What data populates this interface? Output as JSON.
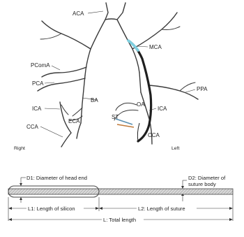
{
  "anatomy": {
    "labels": {
      "aca": "ACA",
      "mca": "MCA",
      "pcoma": "PComA",
      "pca": "PCA",
      "ppa": "PPA",
      "ba": "BA",
      "oa": "OA",
      "st": "ST",
      "ica_right": "ICA",
      "ica_left": "ICA",
      "eca": "ECA",
      "cca_right": "CCA",
      "cca_left": "CCA"
    },
    "side_right": "Right",
    "side_left": "Left"
  },
  "suture": {
    "d1": "D1: Diameter of head end",
    "d2_line1": "D2: Diameter of",
    "d2_line2": "suture body",
    "l1": "L1: Length of silicon",
    "l2": "L2: Length of suture",
    "total": "L: Total length"
  },
  "colors": {
    "vessel": "#3a3a3a",
    "suture": "#7fd0e0",
    "catheter": "#1f1f1f",
    "silicone_fill": "#cfcfcf"
  }
}
